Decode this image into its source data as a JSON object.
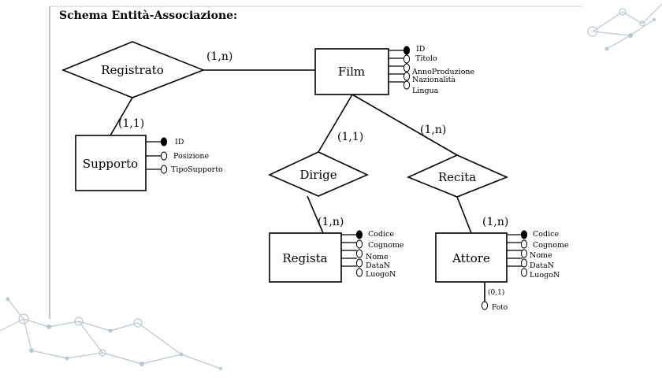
{
  "title": "Schema Entità-Associazione:",
  "entities": {
    "film": {
      "name": "Film",
      "attributes": [
        "ID",
        "Titolo",
        "AnnoProduzione",
        "Nazionalità",
        "Lingua"
      ]
    },
    "supporto": {
      "name": "Supporto",
      "attributes": [
        "ID",
        "Posizione",
        "TipoSupporto"
      ]
    },
    "regista": {
      "name": "Regista",
      "attributes": [
        "Codice",
        "Cognome",
        "Nome",
        "DataN",
        "LuogoN"
      ]
    },
    "attore": {
      "name": "Attore",
      "attributes": [
        "Codice",
        "Cognome",
        "Nome",
        "DataN",
        "LuogoN"
      ],
      "optional_attribute": {
        "name": "Foto",
        "cardinality": "(0,1)"
      }
    }
  },
  "relationships": {
    "registrato": {
      "name": "Registrato",
      "card_film": "(1,n)",
      "card_supporto": "(1,1)"
    },
    "dirige": {
      "name": "Dirige",
      "card_film": "(1,1)",
      "card_regista": "(1,n)"
    },
    "recita": {
      "name": "Recita",
      "card_film": "(1,n)",
      "card_attore": "(1,n)"
    }
  },
  "key_marker_colors": {
    "key": "#000000",
    "attribute": "#ffffff"
  }
}
